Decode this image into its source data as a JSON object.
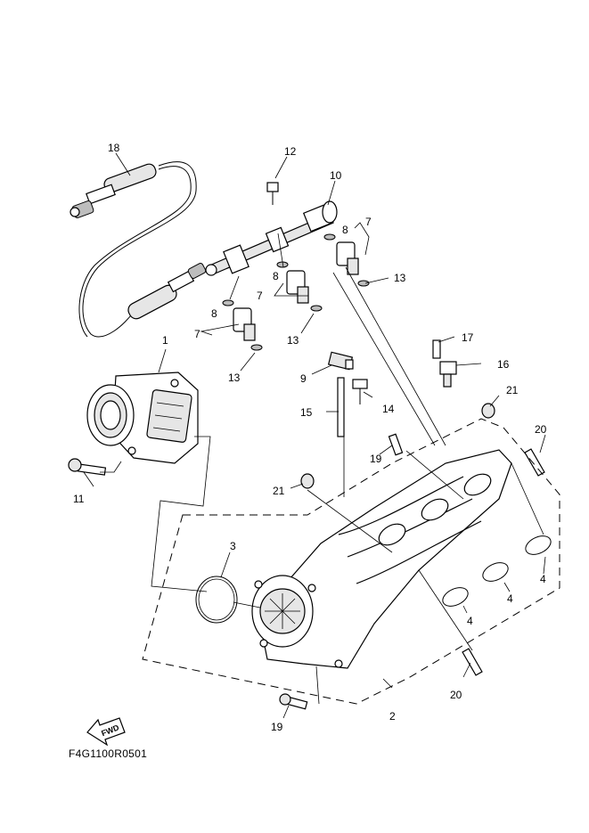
{
  "drawing_code": "F4G1100R0501",
  "fwd_label": "FWD",
  "callouts": {
    "n1": "1",
    "n2": "2",
    "n3": "3",
    "n4a": "4",
    "n4b": "4",
    "n4c": "4",
    "n7a": "7",
    "n7b": "7",
    "n7c": "7",
    "n8a": "8",
    "n8b": "8",
    "n8c": "8",
    "n9": "9",
    "n10": "10",
    "n11": "11",
    "n12": "12",
    "n13a": "13",
    "n13b": "13",
    "n13c": "13",
    "n14": "14",
    "n15": "15",
    "n16": "16",
    "n17": "17",
    "n18": "18",
    "n19a": "19",
    "n19b": "19",
    "n20a": "20",
    "n20b": "20",
    "n21a": "21",
    "n21b": "21"
  }
}
